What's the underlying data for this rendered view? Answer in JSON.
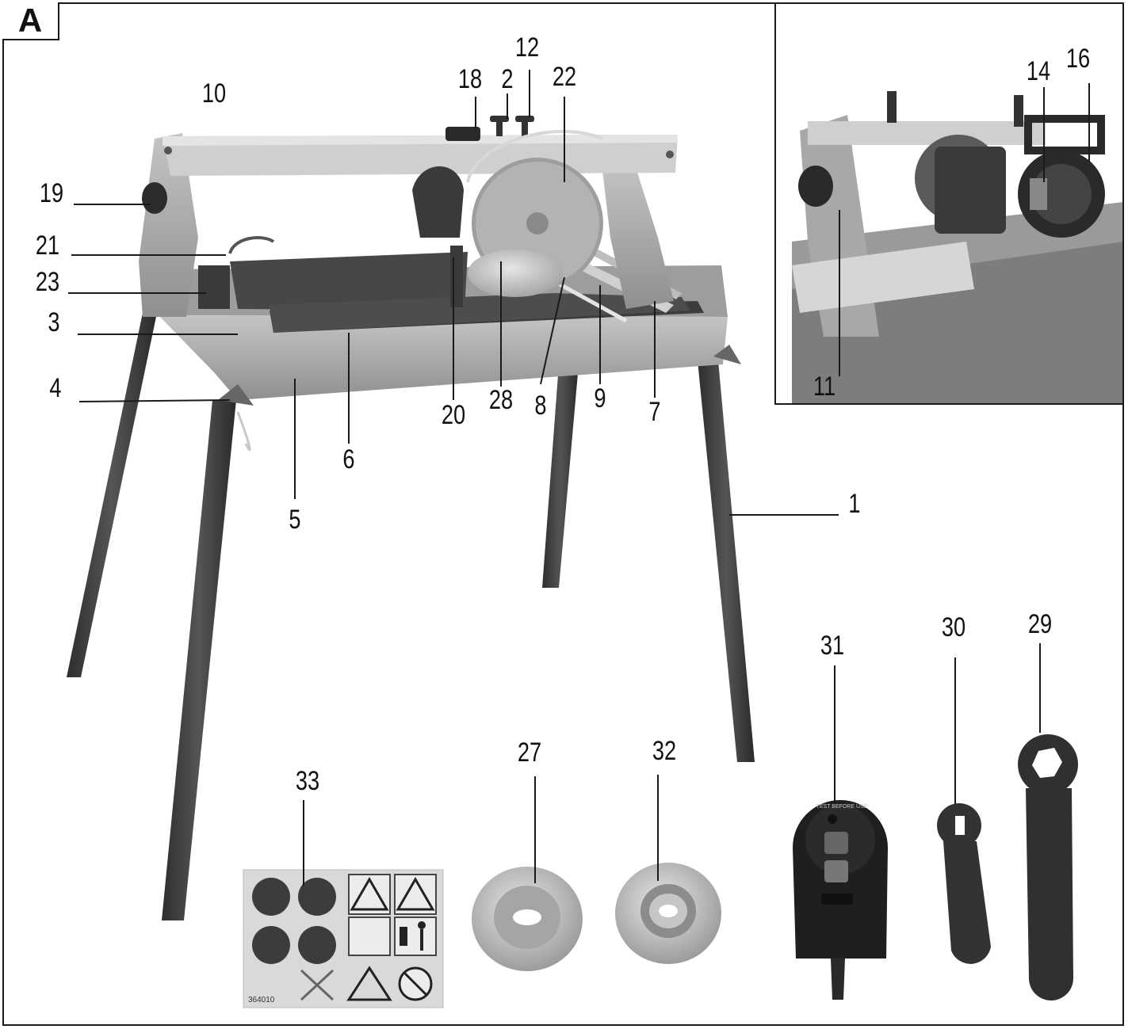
{
  "figure": {
    "panel_letter": "A"
  },
  "callouts": {
    "c1": "1",
    "c2": "2",
    "c3": "3",
    "c4": "4",
    "c5": "5",
    "c6": "6",
    "c7": "7",
    "c8": "8",
    "c9": "9",
    "c10": "10",
    "c11": "11",
    "c12": "12",
    "c14": "14",
    "c16": "16",
    "c18": "18",
    "c19": "19",
    "c20": "20",
    "c21": "21",
    "c22": "22",
    "c23": "23",
    "c27": "27",
    "c28": "28",
    "c29": "29",
    "c30": "30",
    "c31": "31",
    "c32": "32",
    "c33": "33"
  },
  "safety_label": {
    "code": "364010"
  },
  "switch_box": {
    "text": "TEST BEFORE USE"
  },
  "colors": {
    "frame_gray": "#a9a9a9",
    "table_dark": "#454545",
    "legs": "#3a3a3a",
    "blade": "#c8c8c8",
    "line": "#1a1a1a"
  }
}
